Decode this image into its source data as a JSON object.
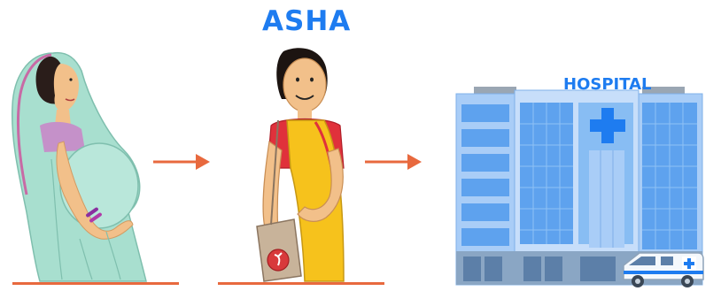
{
  "flow": {
    "title": "ASHA",
    "hospital_sign": "HOSPITAL",
    "steps": [
      {
        "id": "pregnant-woman"
      },
      {
        "id": "asha-worker"
      },
      {
        "id": "hospital"
      }
    ]
  },
  "colors": {
    "title": "#1e7cf0",
    "arrow": "#e8693e",
    "baseline": "#e8693e",
    "hospital_sign": "#1e7cf0",
    "hospital_body": "#a9cdf7",
    "hospital_glass": "#5ea2ee",
    "cross": "#1e7cf0",
    "sari_green": "#a8dfcf",
    "sari_yellow": "#f6c21c",
    "blouse_red": "#e0313b",
    "skin": "#f2c08a"
  },
  "icons": {
    "arrow1": "arrow-right-icon",
    "arrow2": "arrow-right-icon",
    "cross": "medical-cross-icon",
    "ambulance": "ambulance-icon"
  }
}
